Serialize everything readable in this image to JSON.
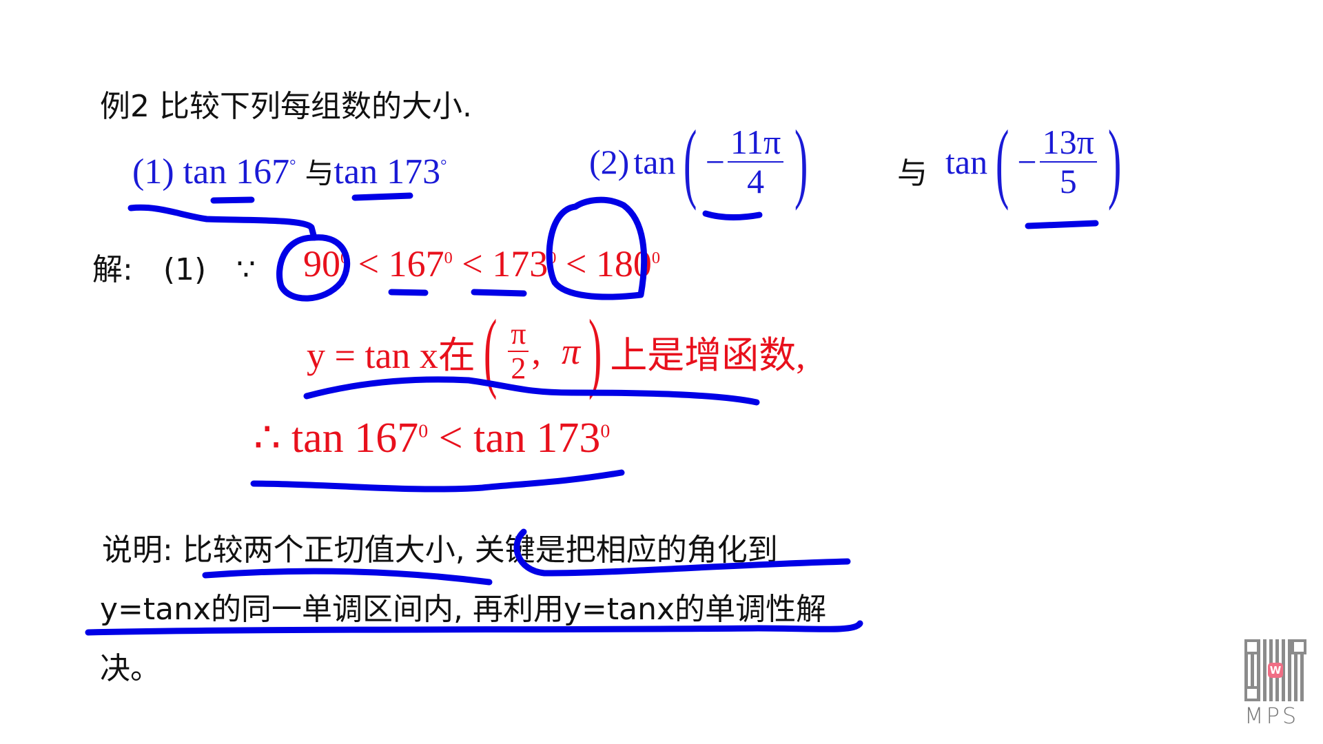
{
  "slide": {
    "title": "例2  比较下列每组数的大小.",
    "problem1": {
      "label": "(1)",
      "a": "tan 167",
      "conj": "与",
      "b": "tan 173",
      "deg": "°"
    },
    "problem2": {
      "label": "(2)",
      "fn": "tan",
      "minus": "−",
      "num1": "11π",
      "den1": "4",
      "conj": "与",
      "fn2": "tan",
      "num2": "13π",
      "den2": "5"
    },
    "solution": {
      "label": "解:",
      "part": "(1)",
      "because": "∵",
      "ineq": [
        "90",
        "< 167",
        "< 173",
        "< 180"
      ],
      "deg": "0",
      "mono_prefix": "y = tan x在",
      "interval_num": "π",
      "interval_den": "2",
      "interval_sep": ",",
      "interval_end": "π",
      "mono_suffix": "上是增函数,",
      "conclusion_a": "∴ tan 167",
      "conclusion_op": "< tan 173",
      "conclusion_exp": "0"
    },
    "note": {
      "line1": "说明: 比较两个正切值大小, 关键是把相应的角化到",
      "line2": "y=tanx的同一单调区间内, 再利用y=tanx的单调性解",
      "line3": "决。"
    }
  },
  "watermark": {
    "brand": "MPS",
    "qr_badge": "W"
  },
  "colors": {
    "ink": "#0000e6",
    "math_blue": "#1a1ad6",
    "math_red": "#e8101c",
    "text": "#111111"
  }
}
